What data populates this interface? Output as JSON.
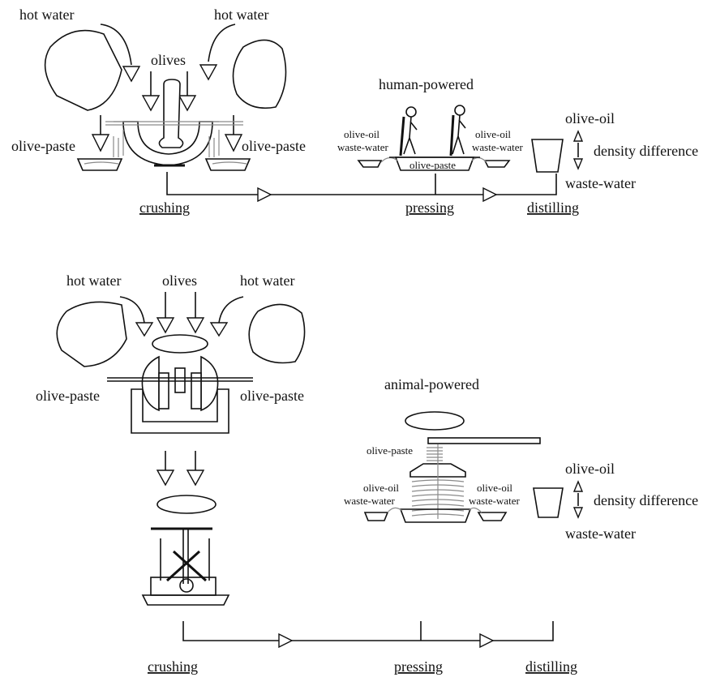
{
  "top": {
    "hot_water_left": "hot water",
    "hot_water_right": "hot water",
    "olives": "olives",
    "olive_paste_left": "olive-paste",
    "olive_paste_right": "olive-paste",
    "powered": "human-powered",
    "olive_oil_left": "olive-oil",
    "waste_water_left": "waste-water",
    "olive_oil_right": "olive-oil",
    "waste_water_right": "waste-water",
    "olive_paste_center": "olive-paste",
    "olive_oil": "olive-oil",
    "density_difference": "density difference",
    "waste_water": "waste-water",
    "stage_crushing": "crushing",
    "stage_pressing": "pressing",
    "stage_distilling": "distilling"
  },
  "bottom": {
    "hot_water_left": "hot water",
    "olives": "olives",
    "hot_water_right": "hot water",
    "olive_paste_left": "olive-paste",
    "olive_paste_right": "olive-paste",
    "powered": "animal-powered",
    "olive_paste_press": "olive-paste",
    "olive_oil_left": "olive-oil",
    "waste_water_left": "waste-water",
    "olive_oil_right": "olive-oil",
    "waste_water_right": "waste-water",
    "olive_oil": "olive-oil",
    "density_difference": "density difference",
    "waste_water": "waste-water",
    "stage_crushing": "crushing",
    "stage_pressing": "pressing",
    "stage_distilling": "distilling"
  }
}
